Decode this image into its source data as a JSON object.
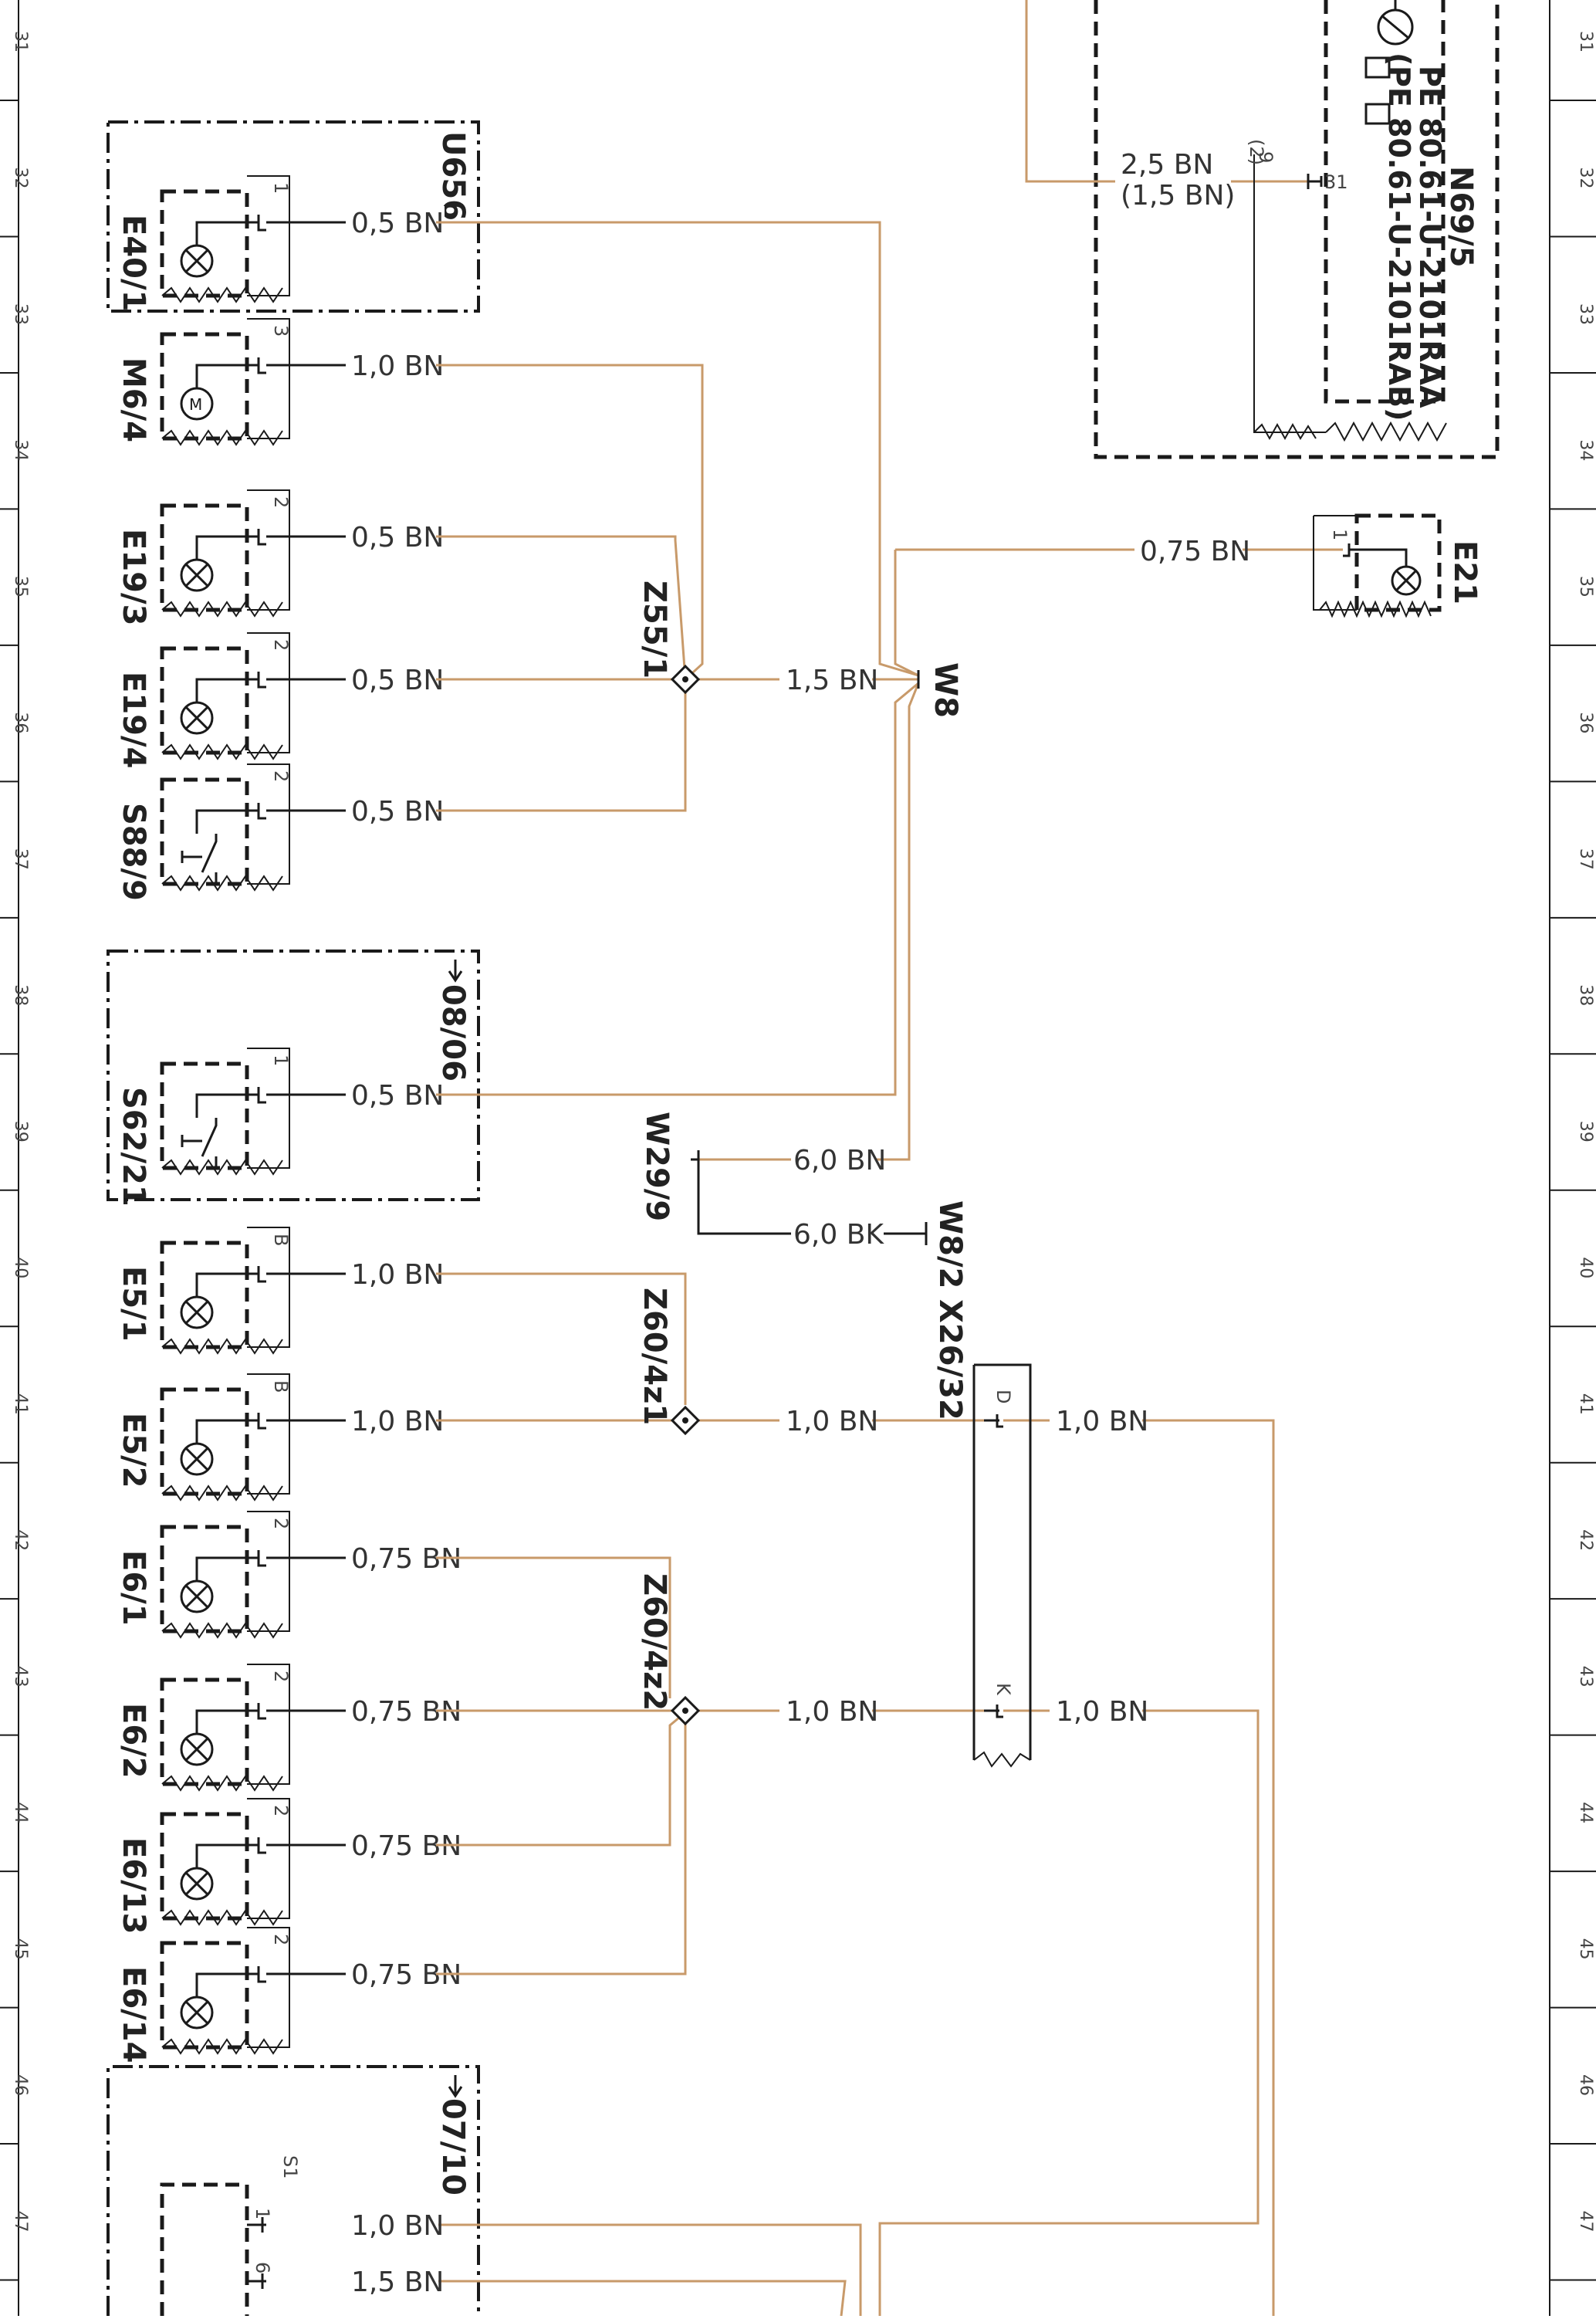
{
  "frame": {
    "row_numbers": [
      "31",
      "32",
      "33",
      "34",
      "35",
      "36",
      "37",
      "38",
      "39",
      "40",
      "41",
      "42",
      "43",
      "44",
      "45",
      "46",
      "47"
    ]
  },
  "components": [
    {
      "id": "E40/1",
      "pin": "1",
      "wire": "0,5 BN",
      "symbol": "lamp"
    },
    {
      "id": "M6/4",
      "pin": "3",
      "wire": "1,0 BN",
      "symbol": "motor"
    },
    {
      "id": "E19/3",
      "pin": "2",
      "wire": "0,5 BN",
      "symbol": "lamp"
    },
    {
      "id": "E19/4",
      "pin": "2",
      "wire": "0,5 BN",
      "symbol": "lamp"
    },
    {
      "id": "S88/9",
      "pin": "2",
      "wire": "0,5 BN",
      "symbol": "switch"
    },
    {
      "id": "S62/21",
      "pin": "1",
      "wire": "0,5 BN",
      "symbol": "switch"
    },
    {
      "id": "E5/1",
      "pin": "B",
      "wire": "1,0 BN",
      "symbol": "lamp"
    },
    {
      "id": "E5/2",
      "pin": "B",
      "wire": "1,0 BN",
      "symbol": "lamp"
    },
    {
      "id": "E6/1",
      "pin": "2",
      "wire": "0,75 BN",
      "symbol": "lamp"
    },
    {
      "id": "E6/2",
      "pin": "2",
      "wire": "0,75 BN",
      "symbol": "lamp"
    },
    {
      "id": "E6/13",
      "pin": "2",
      "wire": "0,75 BN",
      "symbol": "lamp"
    },
    {
      "id": "E6/14",
      "pin": "2",
      "wire": "0,75 BN",
      "symbol": "lamp"
    }
  ],
  "boxes": {
    "u656": "U656",
    "ref1": "08/06",
    "ref2": "07/10"
  },
  "splices": {
    "z55": "Z55/1",
    "z60a": "Z60/4z1",
    "z60b": "Z60/4z2"
  },
  "ground_points": {
    "w8": "W8",
    "w29": "W29/9",
    "w82": "W8/2"
  },
  "connector": {
    "id": "X26/32",
    "pin_d": "D",
    "pin_k": "K"
  },
  "trunk_wires": {
    "z55_to_w8": "1,5 BN",
    "w8_to_w29": "6,0 BN",
    "w29_to_w82": "6,0 BK",
    "z60a_out": "1,0 BN",
    "z60b_out": "1,0 BN",
    "x26_d_out": "1,0 BN",
    "x26_k_out": "1,0 BN"
  },
  "e21": {
    "id": "E21",
    "pin": "1",
    "wire": "0,75 BN"
  },
  "n69": {
    "id": "N69/5",
    "line1": "PE 80.61-U-2101RAA",
    "line2": "(",
    "line3": "PE 80.61-U-2101RAB)",
    "pin": "31",
    "pin_alt": "9",
    "pin_alt2": "(2)",
    "wire1": "2,5 BN",
    "wire2": "(1,5 BN)"
  },
  "bottom": {
    "pin_s1": "S1",
    "pin_1": "1",
    "pin_6": "6",
    "wire_1": "1,0 BN",
    "wire_2": "1,5 BN"
  }
}
